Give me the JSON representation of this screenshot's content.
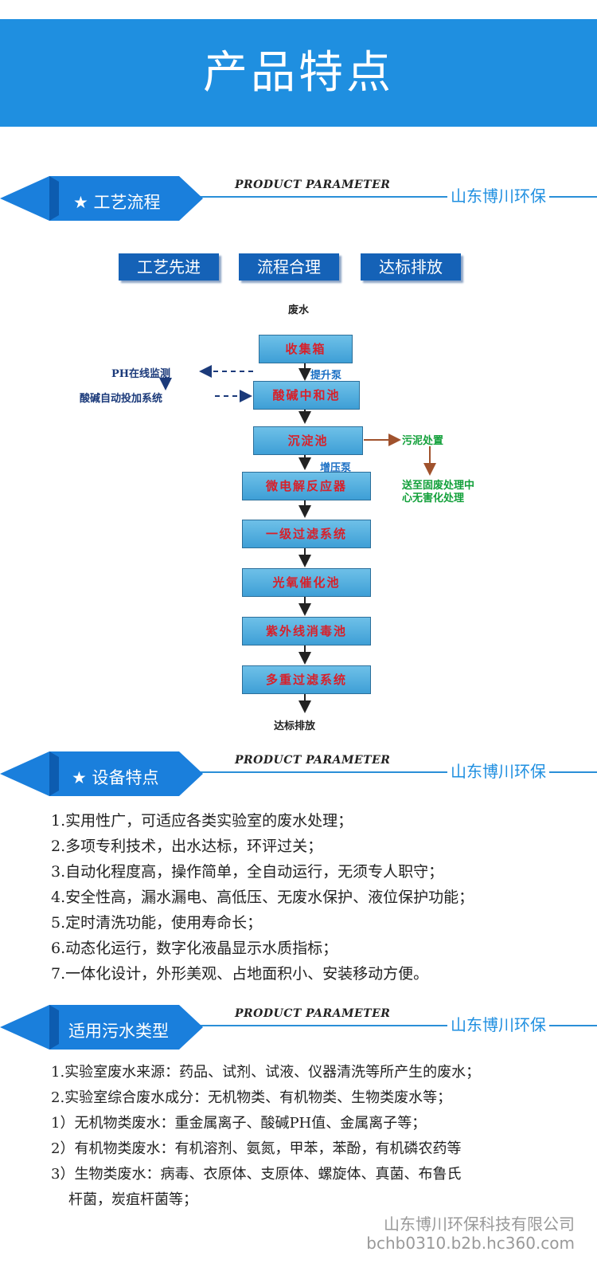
{
  "banner": {
    "title": "产品特点"
  },
  "sections": [
    {
      "label": "★ 工艺流程",
      "subtitle": "PRODUCT PARAMETER",
      "brand": "山东博川环保"
    },
    {
      "label": "★ 设备特点",
      "subtitle": "PRODUCT PARAMETER",
      "brand": "山东博川环保"
    },
    {
      "label": "适用污水类型",
      "subtitle": "PRODUCT PARAMETER",
      "brand": "山东博川环保"
    }
  ],
  "tags": [
    "工艺先进",
    "流程合理",
    "达标排放"
  ],
  "flow": {
    "start": "废水",
    "steps": [
      "收集箱",
      "酸碱中和池",
      "沉淀池",
      "微电解反应器",
      "一级过滤系统",
      "光氧催化池",
      "紫外线消毒池",
      "多重过滤系统"
    ],
    "end": "达标排放",
    "pump1": "提升泵",
    "pump2": "增压泵",
    "ph_monitor": "PH在线监测",
    "dosing": "酸碱自动投加系统",
    "sludge": "污泥处置",
    "sludge_dest_line1": "送至固废处理中",
    "sludge_dest_line2": "心无害化处理"
  },
  "features": [
    "1.实用性广，可适应各类实验室的废水处理；",
    "2.多项专利技术，出水达标，环评过关；",
    "3.自动化程度高，操作简单，全自动运行，无须专人职守；",
    "4.安全性高，漏水漏电、高低压、无废水保护、液位保护功能；",
    "5.定时清洗功能，使用寿命长；",
    "6.动态化运行，数字化液晶显示水质指标；",
    "7.一体化设计，外形美观、占地面积小、安装移动方便。"
  ],
  "wastewater": [
    "1.实验室废水来源：药品、试剂、试液、仪器清洗等所产生的废水；",
    "2.实验室综合废水成分：无机物类、有机物类、生物类废水等；",
    "1）无机物类废水：重金属离子、酸碱PH值、金属离子等；",
    "2）有机物类废水：有机溶剂、氨氮，甲苯，苯酚，有机磷农药等",
    "3）生物类废水：病毒、衣原体、支原体、螺旋体、真菌、布鲁氏",
    "杆菌，炭疽杆菌等；"
  ],
  "footer": {
    "company": "山东博川环保科技有限公司",
    "site": "bchb0310.b2b.hc360.com"
  },
  "colors": {
    "banner": "#1f8fe0",
    "tag": "#1562b7",
    "flowText": "#d8202a",
    "green": "#12a03a"
  }
}
